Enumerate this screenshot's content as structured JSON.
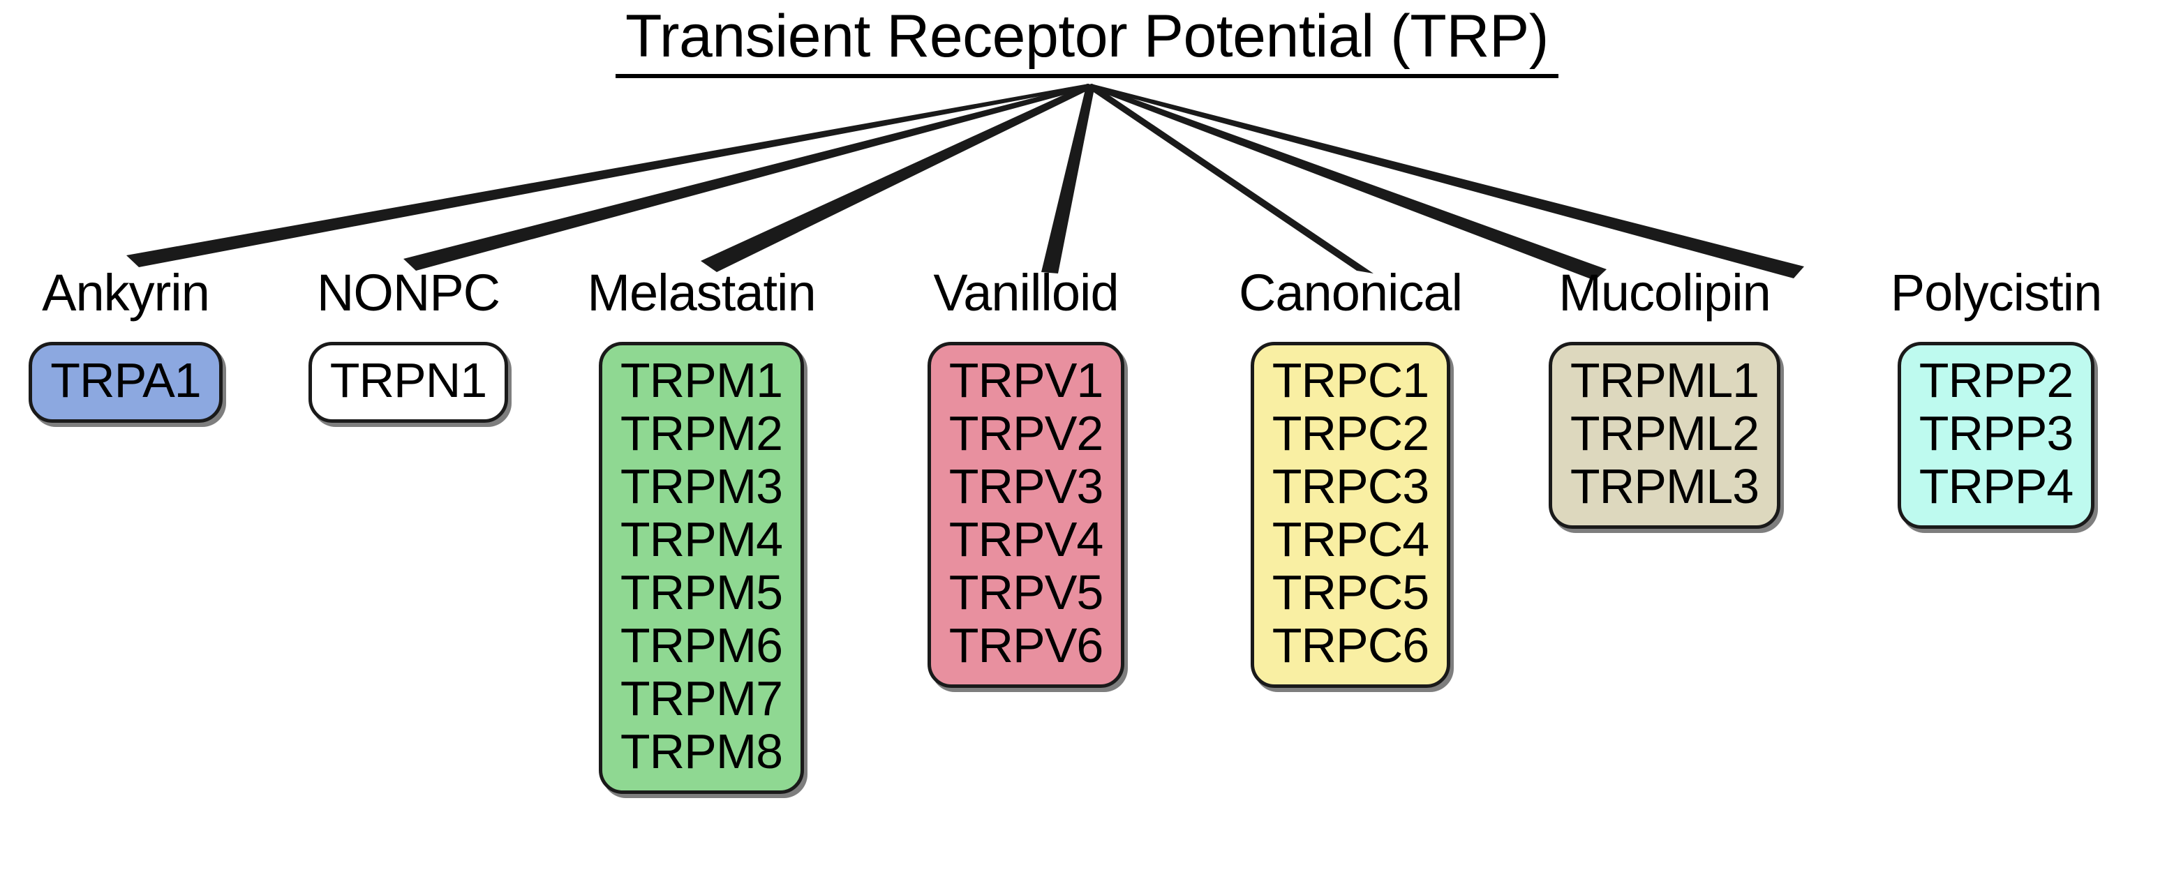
{
  "diagram": {
    "title": "Transient Receptor Potential (TRP)",
    "line_color": "#1a1a1a",
    "groups": [
      {
        "label": "Ankyrin",
        "box_color": "#8CA8E0",
        "members": [
          "TRPA1"
        ]
      },
      {
        "label": "NONPC",
        "box_color": "#FFFFFF",
        "members": [
          "TRPN1"
        ]
      },
      {
        "label": "Melastatin",
        "box_color": "#8FD892",
        "members": [
          "TRPM1",
          "TRPM2",
          "TRPM3",
          "TRPM4",
          "TRPM5",
          "TRPM6",
          "TRPM7",
          "TRPM8"
        ]
      },
      {
        "label": "Vanilloid",
        "box_color": "#E8909F",
        "members": [
          "TRPV1",
          "TRPV2",
          "TRPV3",
          "TRPV4",
          "TRPV5",
          "TRPV6"
        ]
      },
      {
        "label": "Canonical",
        "box_color": "#F9EFA3",
        "members": [
          "TRPC1",
          "TRPC2",
          "TRPC3",
          "TRPC4",
          "TRPC5",
          "TRPC6"
        ]
      },
      {
        "label": "Mucolipin",
        "box_color": "#DDD8BE",
        "members": [
          "TRPML1",
          "TRPML2",
          "TRPML3"
        ]
      },
      {
        "label": "Polycistin",
        "box_color": "#BEFAEF",
        "members": [
          "TRPP2",
          "TRPP3",
          "TRPP4"
        ]
      }
    ]
  }
}
